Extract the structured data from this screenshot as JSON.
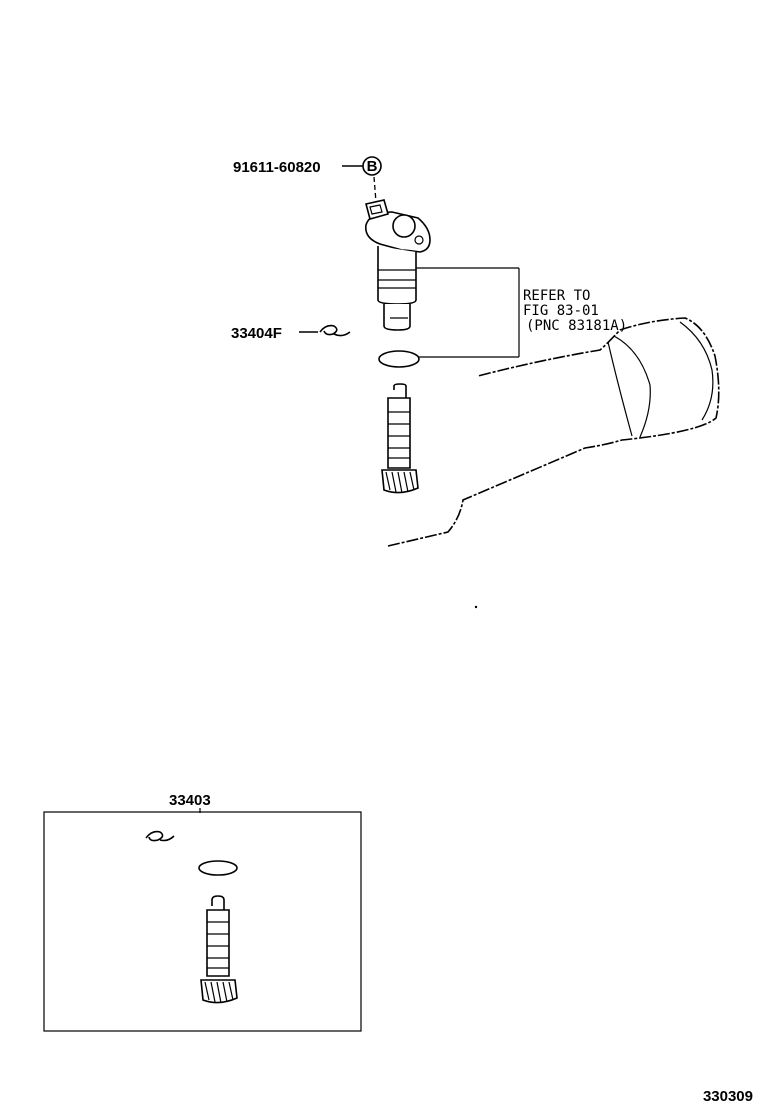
{
  "callouts": {
    "bolt": "91611-60820",
    "bolt_marker": "B",
    "clip": "33404F",
    "kit": "33403",
    "refer_line1": "REFER TO",
    "refer_line2": "FIG 83-01",
    "refer_line3": "(PNC 83181A)"
  },
  "figure_number": "330309"
}
